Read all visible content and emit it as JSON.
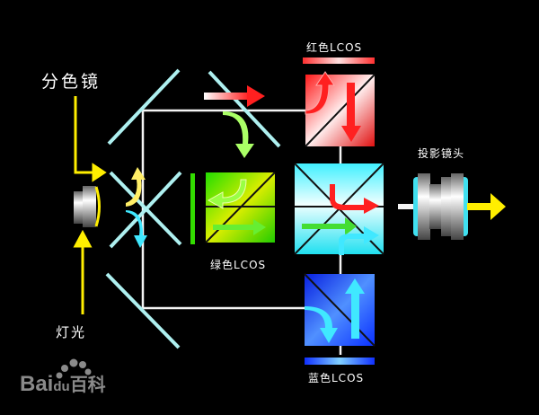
{
  "labels": {
    "dichroic_mirror": "分色镜",
    "lamp": "灯光",
    "red_lcos": "红色LCOS",
    "green_lcos": "绿色LCOS",
    "blue_lcos": "蓝色LCOS",
    "projection_lens": "投影镜头"
  },
  "watermark": {
    "text": "Bai",
    "text2": "du",
    "text3": "百科"
  },
  "colors": {
    "red": "#ff2020",
    "green": "#33dd00",
    "blue": "#1030ff",
    "cyan": "#30f0ff",
    "yellow": "#ffee00",
    "mirror": "#aef0f0"
  }
}
